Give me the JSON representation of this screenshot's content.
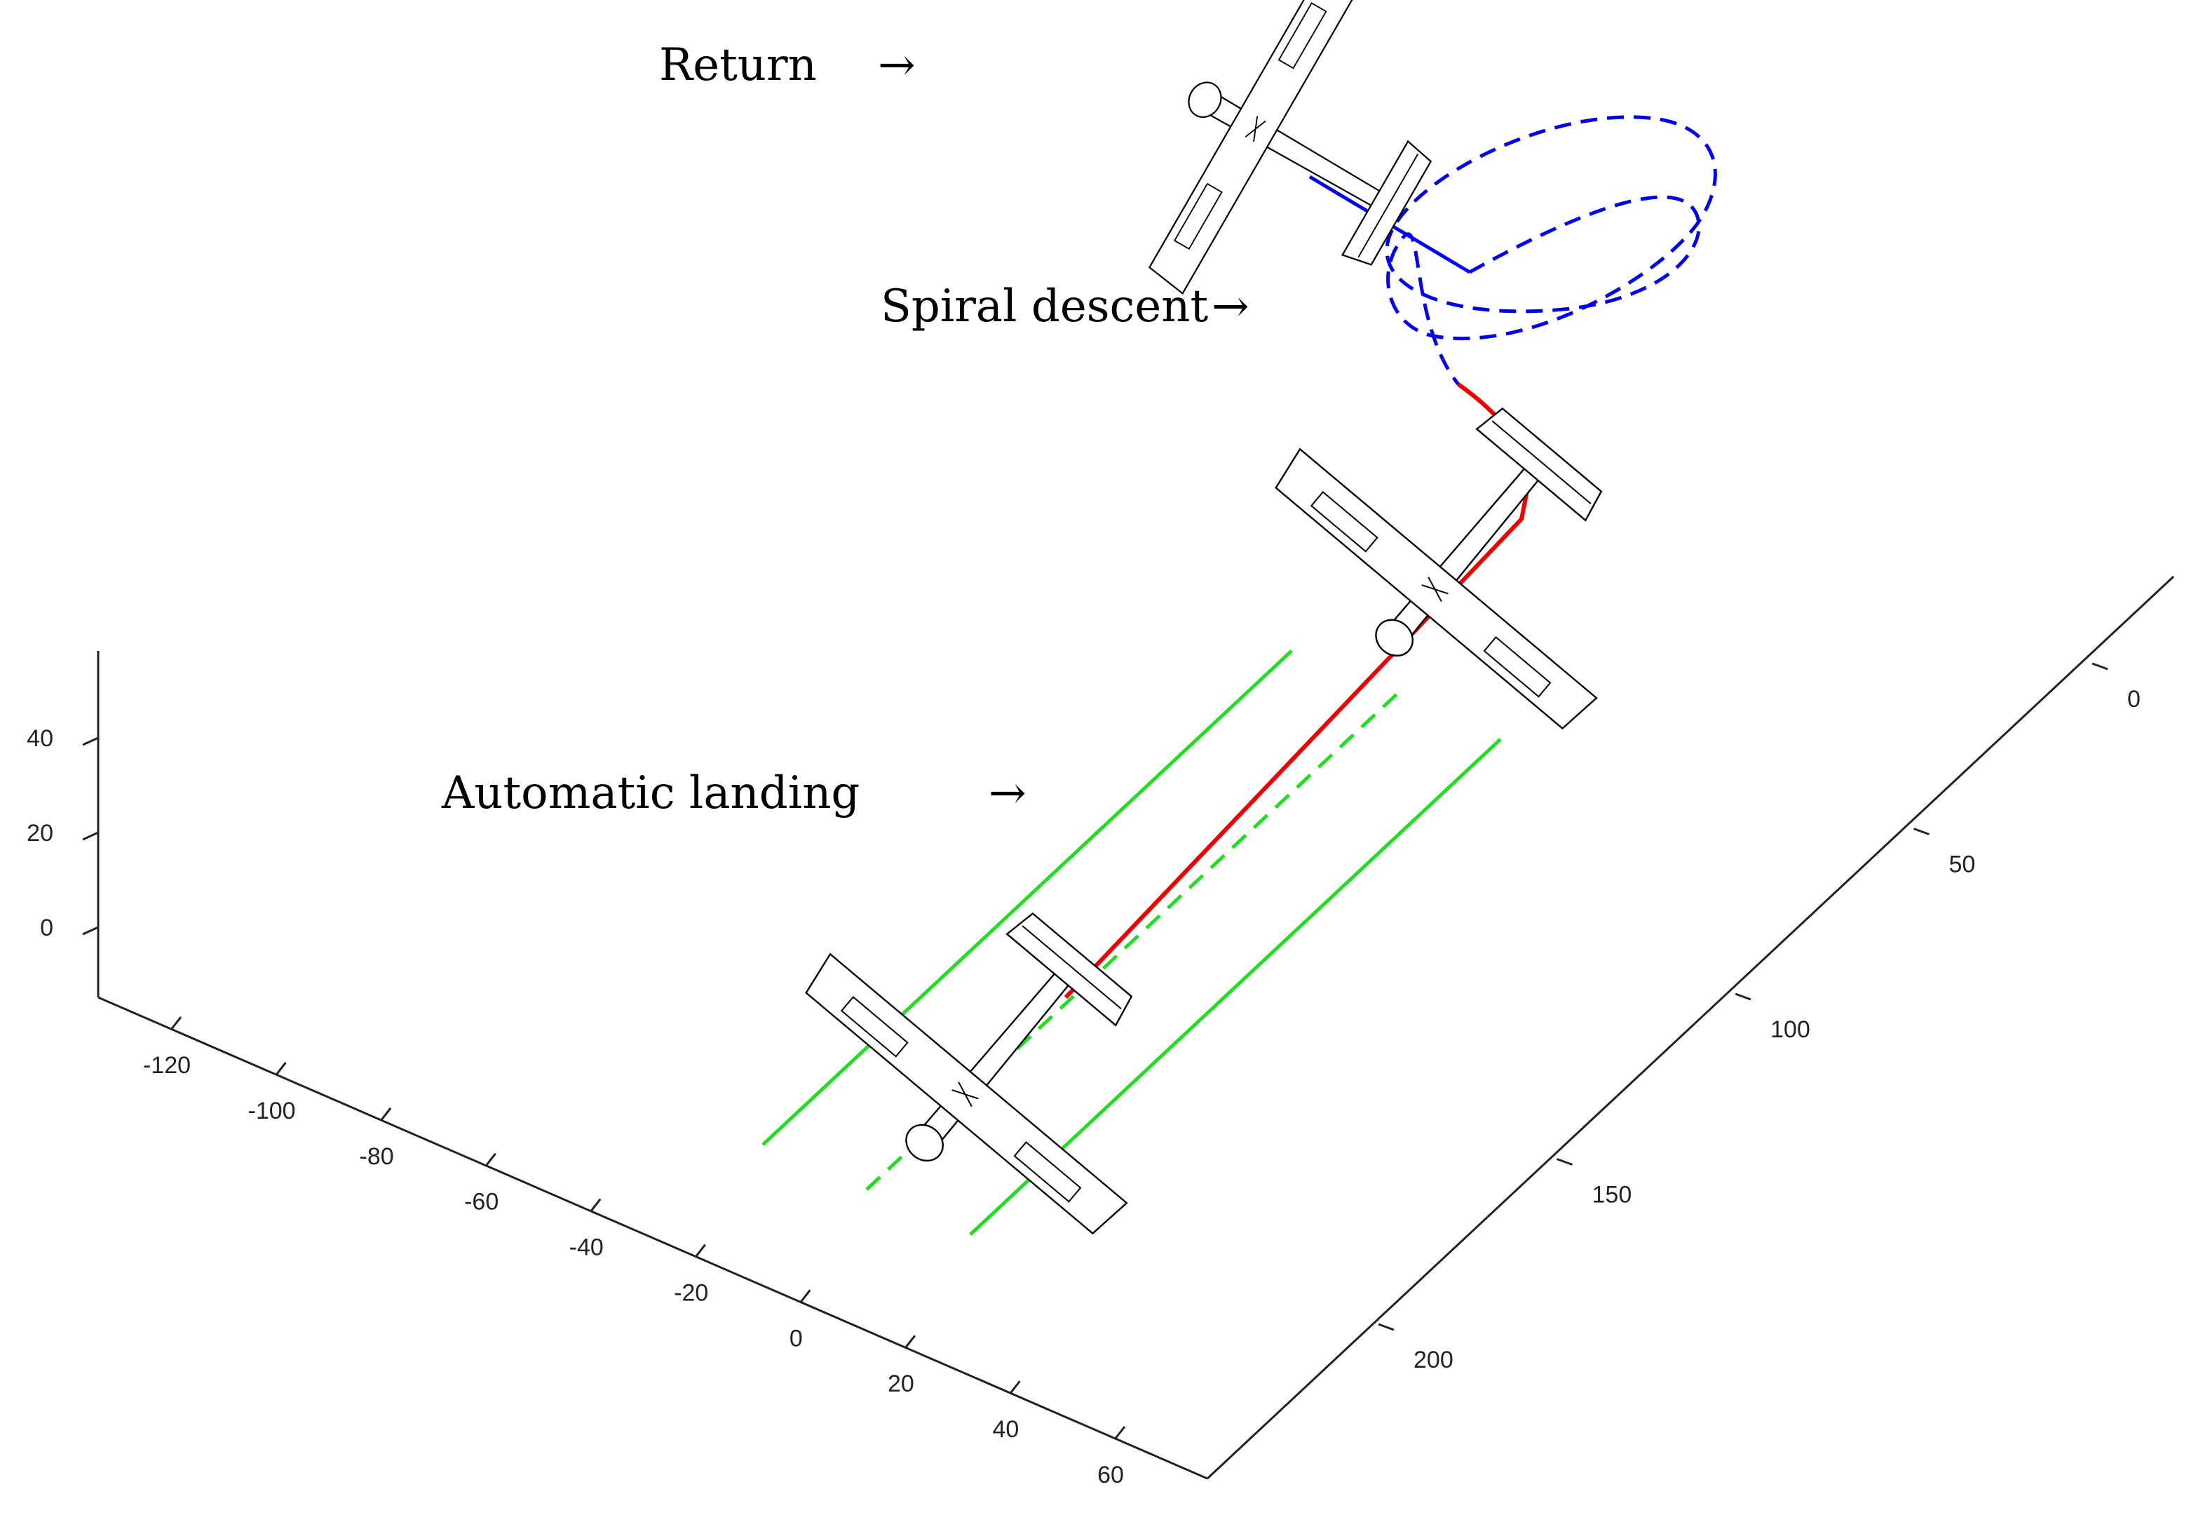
{
  "chart_data": {
    "type": "line",
    "annotations": [
      {
        "text": "Return",
        "arrow": "→"
      },
      {
        "text": "Spiral descent",
        "arrow": "→"
      },
      {
        "text": "Automatic landing",
        "arrow": "→"
      }
    ],
    "axes": {
      "x": {
        "ticks": [
          -120,
          -100,
          -80,
          -60,
          -40,
          -20,
          0,
          20,
          40,
          60
        ]
      },
      "y": {
        "ticks": [
          0,
          50,
          100,
          150,
          200
        ]
      },
      "z": {
        "ticks": [
          0,
          20,
          40
        ]
      }
    },
    "series": [
      {
        "phase": "Return",
        "color": "#0000ff",
        "style": "solid"
      },
      {
        "phase": "Spiral descent",
        "color": "#0000ff",
        "style": "dashed"
      },
      {
        "phase": "Automatic landing",
        "color": "#ff0000",
        "style": "solid"
      },
      {
        "phase": "runway-centerline",
        "color": "#00dd00",
        "style": "dashed"
      },
      {
        "phase": "runway-edges",
        "color": "#00dd00",
        "style": "solid"
      }
    ],
    "grid": false,
    "legend": "none"
  }
}
